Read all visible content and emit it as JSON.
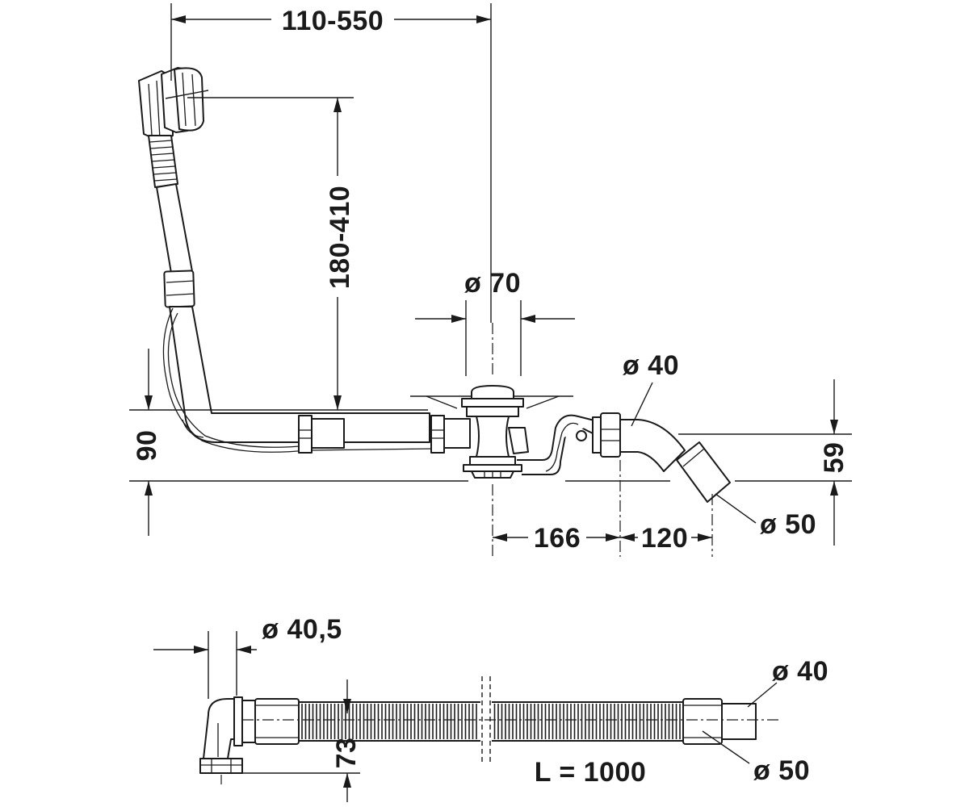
{
  "top_view": {
    "dim_horizontal_top": "110-550",
    "dim_vertical_tall": "180-410",
    "dim_drain_dia": "ø 70",
    "dim_outlet_in_dia": "ø 40",
    "dim_height_left": "90",
    "dim_height_right": "59",
    "dim_outlet_out_dia": "ø 50",
    "dim_offset_a": "166",
    "dim_offset_b": "120"
  },
  "bottom_view": {
    "dim_elbow_dia": "ø 40,5",
    "dim_height": "73",
    "dim_length": "L = 1000",
    "dim_end_small_dia": "ø 40",
    "dim_end_large_dia": "ø 50"
  }
}
